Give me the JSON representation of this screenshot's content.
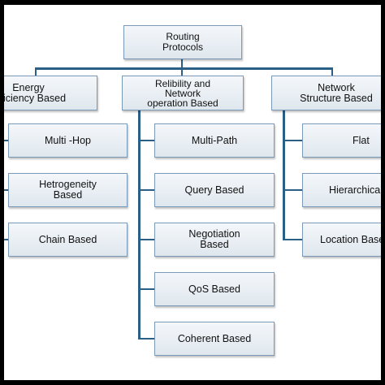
{
  "diagram": {
    "root": {
      "label": "Routing\nProtocols"
    },
    "categories": [
      {
        "label": "Energy\nEfficiency Based",
        "children": [
          "Multi -Hop",
          "Hetrogeneity\nBased",
          "Chain  Based"
        ]
      },
      {
        "label": "Relibility and\nNetwork\noperation Based",
        "children": [
          "Multi-Path",
          "Query Based",
          "Negotiation\nBased",
          "QoS Based",
          "Coherent Based"
        ]
      },
      {
        "label": "Network\nStructure Based",
        "children": [
          "Flat",
          "Hierarchical",
          "Location Based"
        ]
      }
    ]
  },
  "colors": {
    "connector": "#2a5f86",
    "box_border": "#7a9ab8",
    "frame": "#000000"
  }
}
